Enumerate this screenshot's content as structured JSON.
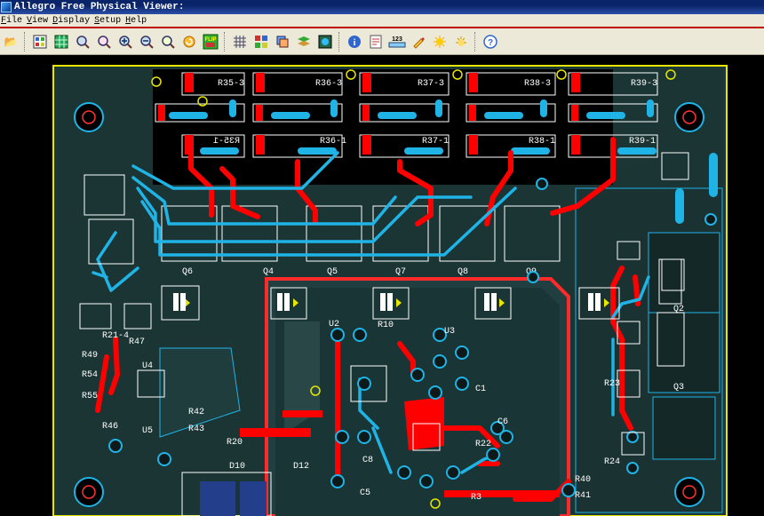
{
  "window": {
    "title": "Allegro Free Physical Viewer:"
  },
  "menu": [
    {
      "key": "F",
      "rest": "ile"
    },
    {
      "key": "V",
      "rest": "iew"
    },
    {
      "key": "D",
      "rest": "isplay"
    },
    {
      "key": "S",
      "rest": "etup"
    },
    {
      "key": "H",
      "rest": "elp"
    }
  ],
  "toolbar": {
    "zoom_text": "123",
    "flip_text": "FLIP"
  },
  "colors": {
    "board_bg": "#1f3c3c",
    "board_dark": "#0e1f22",
    "outline": "#e6e600",
    "etch_red": "#ff0000",
    "etch_cyan": "#1fb3e6",
    "silk": "#ffffff"
  },
  "board": {
    "refdes": {
      "r35": "R35-1",
      "r35b": "R35-3",
      "r36": "R36-1",
      "r36b": "R36-3",
      "r37": "R37-1",
      "r37b": "R37-3",
      "r38": "R38-1",
      "r38b": "R38-3",
      "r39": "R39-1",
      "r39b": "R39-3",
      "q6": "Q6",
      "q4": "Q4",
      "q5": "Q5",
      "q7": "Q7",
      "q8": "Q8",
      "q9": "Q9",
      "q2": "Q2",
      "q3": "Q3",
      "u2": "U2",
      "u3": "U3",
      "u4": "U4",
      "u5": "U5",
      "r10": "R10",
      "c5": "C5",
      "c6": "C6",
      "c8": "C8",
      "c1": "C1",
      "r47": "R47",
      "r49": "R49",
      "r54": "R54",
      "r55": "R55",
      "r46": "R46",
      "r42": "R42",
      "r43": "R43",
      "r20": "R20",
      "d10": "D10",
      "d12": "D12",
      "r21": "R21-4",
      "r23": "R23",
      "r24": "R24",
      "r40": "R40",
      "r41": "R41",
      "r3": "R3",
      "r22": "R22"
    }
  }
}
